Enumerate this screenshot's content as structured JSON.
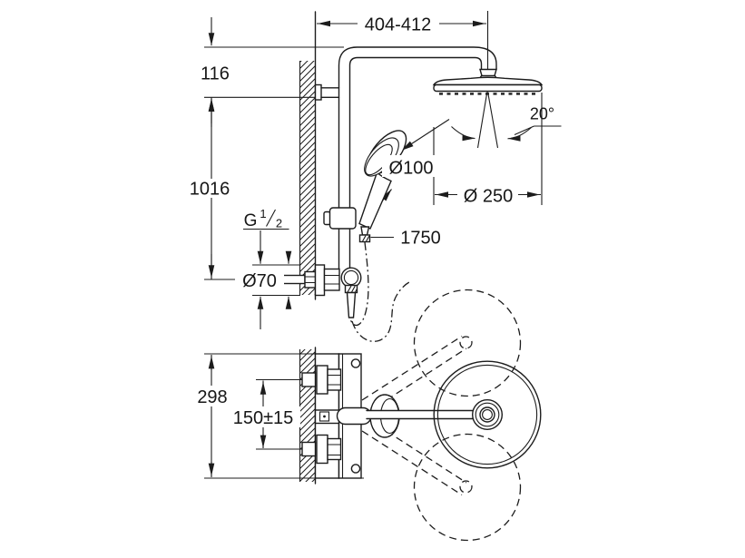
{
  "meta": {
    "background": "#ffffff",
    "ink": "#1c1c1c",
    "description": "Technical dimensional line drawing of a wall-mounted shower system (head shower on swivel arm, hand shower on riser rail, thermostatic mixer plan view)"
  },
  "diagram": {
    "dimensions": {
      "arm_projection": "404-412",
      "arm_drop": "116",
      "riser_height": "1016",
      "thread_prefix": "G",
      "thread_numerator": "1",
      "thread_denominator": "2",
      "escutcheon_diameter": "Ø70",
      "hand_shower_diameter": "Ø100",
      "head_shower_diameter": "Ø 250",
      "spray_angle": "20°",
      "hose_length": "1750",
      "mixer_depth": "298",
      "supply_spacing": "150±15"
    }
  }
}
